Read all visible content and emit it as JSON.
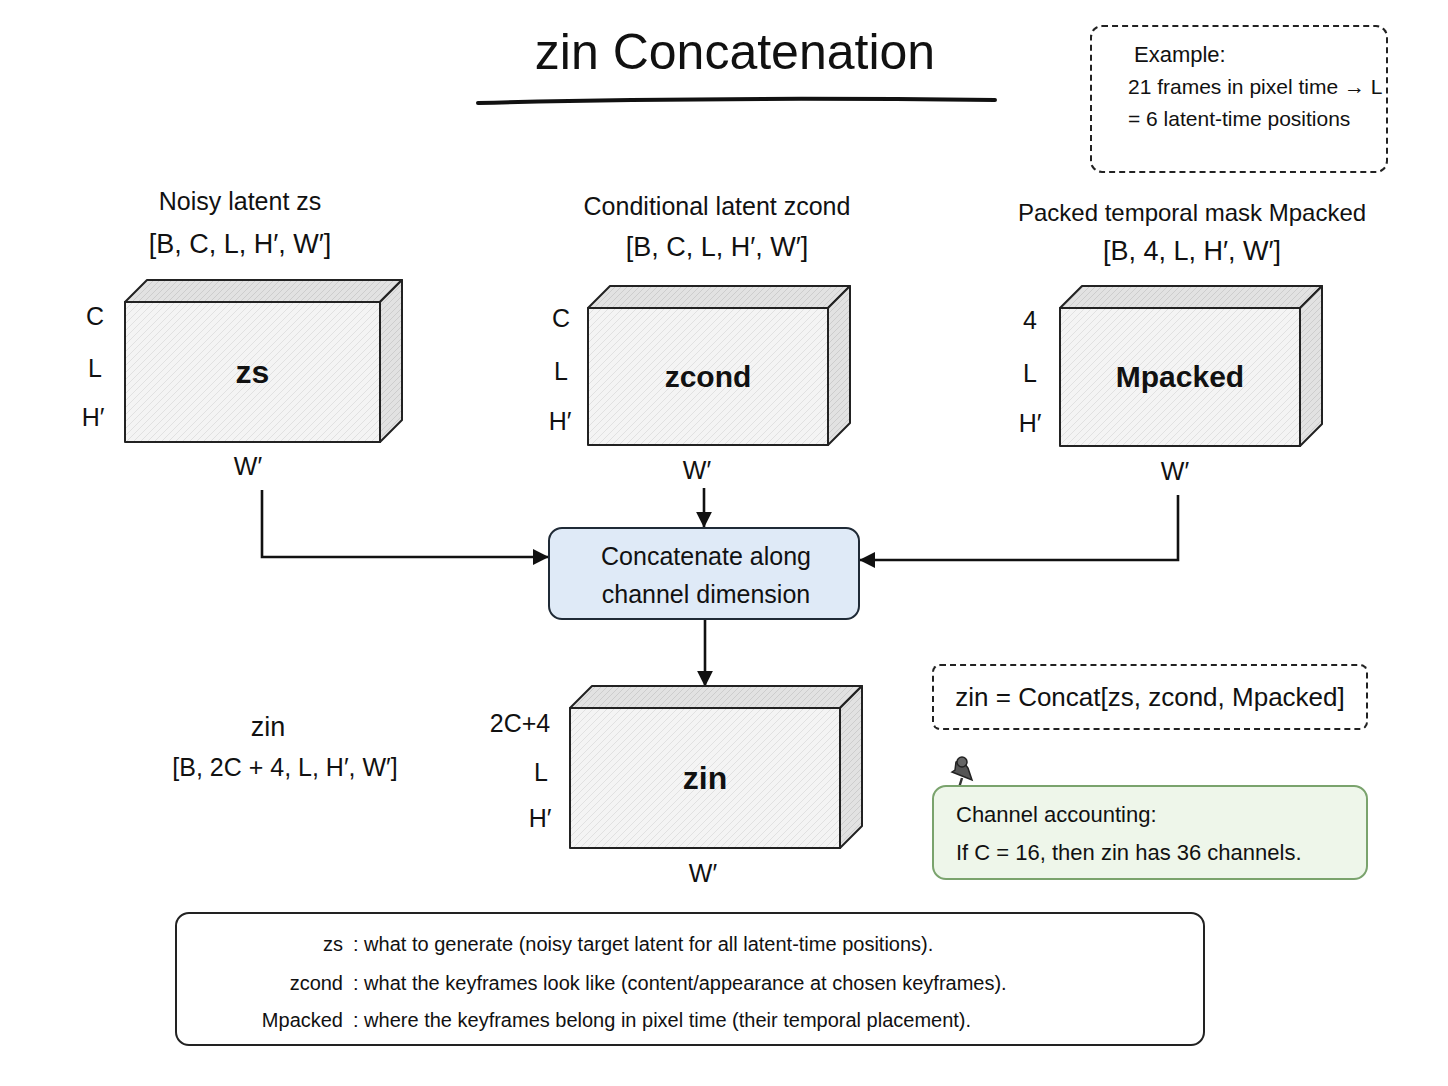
{
  "diagram": {
    "title": "zin Concatenation",
    "nodes": [
      {
        "text": [
          "Noisy latent zs",
          "[B, C, L, H′, W′]",
          "zs"
        ]
      },
      {
        "text": [
          "Conditional latent zcond",
          "[B, C, L, H′, W′]",
          "zcond"
        ]
      },
      {
        "text": [
          "Packed temporal mask Mpacked",
          "[B, 4, L, H′, W′]",
          "Mpacked"
        ]
      },
      {
        "text": [
          "Concatenate along channel dimension"
        ]
      },
      {
        "text": [
          "zin",
          "[B, 2C + 4, L, H′, W′]",
          "zin"
        ]
      },
      {
        "text": [
          "Example:",
          "21 frames in pixel time → L = 6 latent-time positions"
        ]
      },
      {
        "text": [
          "zin = Concat[zs, zcond, Mpacked]"
        ]
      },
      {
        "text": [
          "Channel accounting:",
          "If C = 16, then zin has 36 channels."
        ]
      },
      {
        "text": [
          "zs",
          ": what to generate (noisy target latent for all latent-time positions).",
          "zcond",
          ": what the keyframes look like (content/appearance at chosen keyframes).",
          "Mpacked",
          ": where the keyframes belong in pixel time (their temporal placement)."
        ]
      }
    ],
    "edges": [
      {
        "from": 0,
        "to": 3,
        "arrow": "to"
      },
      {
        "from": 1,
        "to": 3,
        "arrow": "to"
      },
      {
        "from": 2,
        "to": 3,
        "arrow": "to"
      },
      {
        "from": 3,
        "to": 4,
        "arrow": "to"
      }
    ],
    "labels": [
      "C",
      "L",
      "H′",
      "W′",
      "C",
      "L",
      "H′",
      "W′",
      "4",
      "L",
      "H′",
      "W′",
      "2C+4",
      "L",
      "H′",
      "W′"
    ]
  }
}
